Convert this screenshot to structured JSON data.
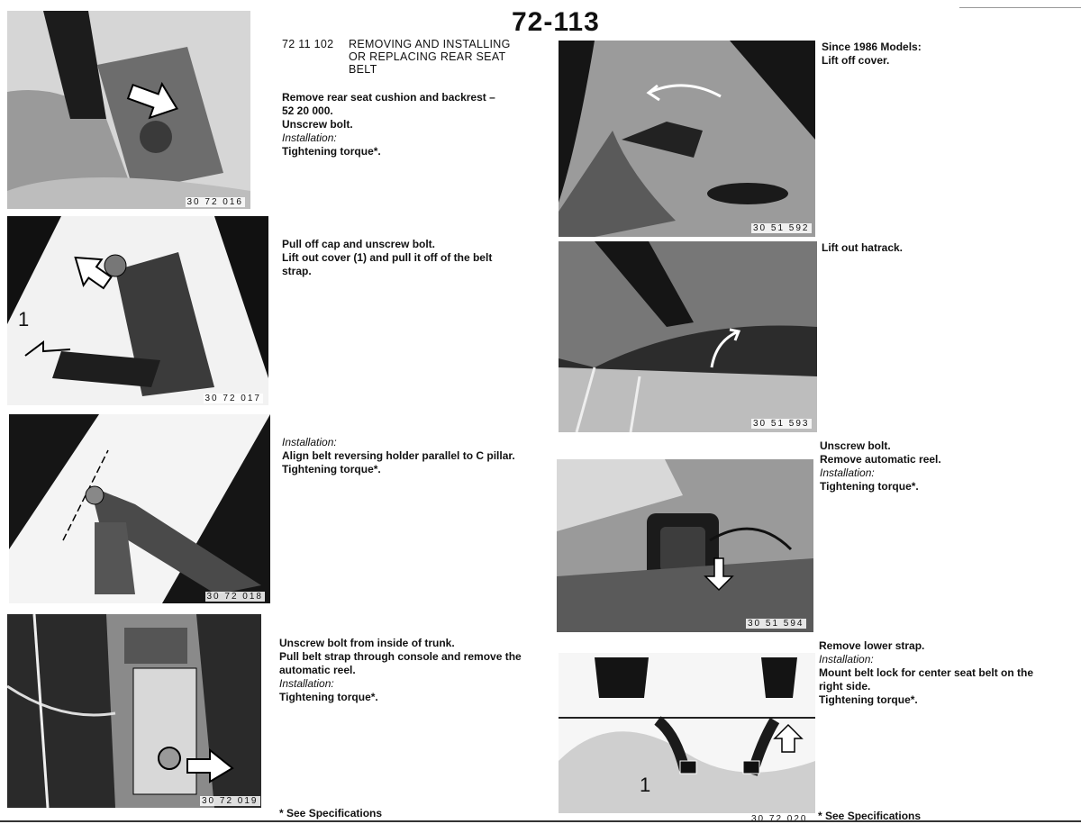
{
  "page": {
    "number": "72-113",
    "footnote_left": "* See Specifications",
    "footnote_right": "* See Specifications"
  },
  "section": {
    "code": "72 11 102",
    "title_lines": [
      "REMOVING AND INSTALLING",
      "OR REPLACING REAR SEAT",
      "BELT"
    ]
  },
  "steps": [
    {
      "figure": "30 72 016",
      "lines": [
        {
          "text": "Remove rear seat cushion and backrest –",
          "style": "b"
        },
        {
          "text": "52 20 000.",
          "style": "b"
        },
        {
          "text": "Unscrew bolt.",
          "style": "b"
        },
        {
          "text": "Installation:",
          "style": "i"
        },
        {
          "text": "Tightening torque*.",
          "style": "b"
        }
      ]
    },
    {
      "figure": "30 72 017",
      "callout": "1",
      "lines": [
        {
          "text": "Pull off cap and unscrew bolt.",
          "style": "b"
        },
        {
          "text": "Lift out cover (1) and pull it off of the belt",
          "style": "b"
        },
        {
          "text": "strap.",
          "style": "b"
        }
      ]
    },
    {
      "figure": "30 72 018",
      "lines": [
        {
          "text": "Installation:",
          "style": "i"
        },
        {
          "text": "Align belt reversing holder parallel to C pillar.",
          "style": "b"
        },
        {
          "text": "Tightening torque*.",
          "style": "b"
        }
      ]
    },
    {
      "figure": "30 72 019",
      "lines": [
        {
          "text": "Unscrew bolt from inside of trunk.",
          "style": "b"
        },
        {
          "text": "Pull belt strap through console and remove the",
          "style": "b"
        },
        {
          "text": "automatic reel.",
          "style": "b"
        },
        {
          "text": "Installation:",
          "style": "i"
        },
        {
          "text": "Tightening torque*.",
          "style": "b"
        }
      ]
    },
    {
      "figure": "30 51 592",
      "lines": [
        {
          "text": "Since 1986 Models:",
          "style": "b"
        },
        {
          "text": "Lift off cover.",
          "style": "b"
        }
      ]
    },
    {
      "figure": "30 51 593",
      "lines": [
        {
          "text": "Lift out hatrack.",
          "style": "b"
        }
      ]
    },
    {
      "figure": "30 51 594",
      "lines": [
        {
          "text": "Unscrew bolt.",
          "style": "b"
        },
        {
          "text": "Remove automatic reel.",
          "style": "b"
        },
        {
          "text": "Installation:",
          "style": "i"
        },
        {
          "text": "Tightening torque*.",
          "style": "b"
        }
      ]
    },
    {
      "figure": "30 72 020",
      "callout": "1",
      "lines": [
        {
          "text": "Remove lower strap.",
          "style": "b"
        },
        {
          "text": "Installation:",
          "style": "i"
        },
        {
          "text": "Mount belt lock for center seat belt on the",
          "style": "b"
        },
        {
          "text": "right side.",
          "style": "b"
        },
        {
          "text": "Tightening torque*.",
          "style": "b"
        }
      ]
    }
  ]
}
